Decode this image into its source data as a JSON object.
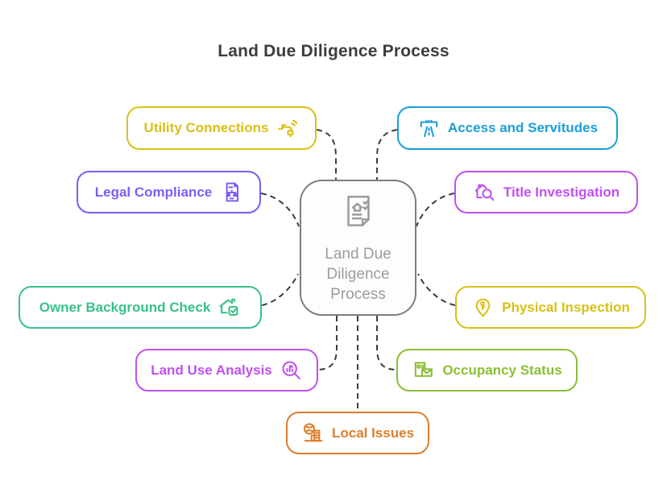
{
  "title": "Land Due Diligence Process",
  "center": {
    "label": "Land Due Diligence Process",
    "lines": [
      "Land Due",
      "Diligence",
      "Process"
    ],
    "icon": "document-house-check-icon",
    "border_color": "#7e7e7e",
    "text_color": "#9c9c9c"
  },
  "connector_color": "#3d3d3d",
  "nodes": [
    {
      "id": "utility-connections",
      "label": "Utility Connections",
      "color": "#d9c017",
      "icon": "faucet-signal-icon",
      "icon_side": "right"
    },
    {
      "id": "access-and-servitudes",
      "label": "Access and Servitudes",
      "color": "#1a9fd6",
      "icon": "highway-icon",
      "icon_side": "left"
    },
    {
      "id": "legal-compliance",
      "label": "Legal Compliance",
      "color": "#7d5cf6",
      "icon": "document-scales-icon",
      "icon_side": "right"
    },
    {
      "id": "title-investigation",
      "label": "Title Investigation",
      "color": "#c050f0",
      "icon": "house-magnifier-icon",
      "icon_side": "left"
    },
    {
      "id": "owner-background-check",
      "label": "Owner Background Check",
      "color": "#38c188",
      "icon": "house-checkbox-icon",
      "icon_side": "right"
    },
    {
      "id": "physical-inspection",
      "label": "Physical Inspection",
      "color": "#d9c017",
      "icon": "map-pin-person-icon",
      "icon_side": "left"
    },
    {
      "id": "land-use-analysis",
      "label": "Land Use Analysis",
      "color": "#c050f0",
      "icon": "chart-magnifier-icon",
      "icon_side": "right"
    },
    {
      "id": "occupancy-status",
      "label": "Occupancy Status",
      "color": "#8abf33",
      "icon": "building-mail-icon",
      "icon_side": "left"
    },
    {
      "id": "local-issues",
      "label": "Local Issues",
      "color": "#dd7e2b",
      "icon": "globe-building-icon",
      "icon_side": "left"
    }
  ]
}
